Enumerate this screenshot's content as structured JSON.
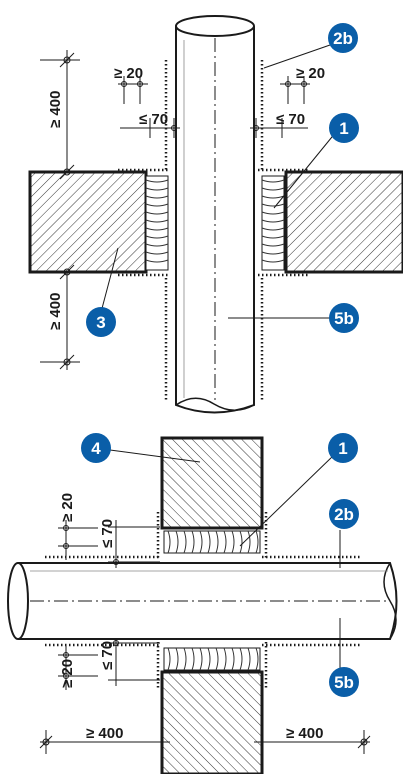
{
  "colors": {
    "background": "#ffffff",
    "marker_fill": "#0a5ea8",
    "marker_text": "#ffffff",
    "line": "#1a1a1a",
    "hatch": "#333333"
  },
  "markers": {
    "m1_top": "1",
    "m2b_top": "2b",
    "m3": "3",
    "m5b_top": "5b",
    "m4": "4",
    "m1_bottom": "1",
    "m2b_bottom": "2b",
    "m5b_bottom": "5b"
  },
  "dimensions": {
    "ge20_left_top": "≥ 20",
    "ge20_right_top": "≥ 20",
    "le70_left_top": "≤ 70",
    "le70_right_top": "≤ 70",
    "ge400_upper": "≥ 400",
    "ge400_lower": "≥ 400",
    "ge20_upper_h": "≥ 20",
    "le70_upper_h": "≤ 70",
    "ge20_lower_h": "≥ 20",
    "le70_lower_h": "≤ 70",
    "ge400_left": "≥ 400",
    "ge400_right": "≥ 400"
  }
}
